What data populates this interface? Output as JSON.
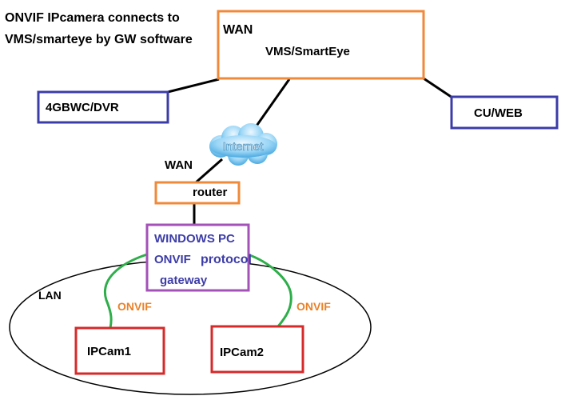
{
  "title_lines": [
    "ONVIF IPcamera connects to",
    "VMS/smarteye by GW software"
  ],
  "wan_box": {
    "wan_label": "WAN",
    "name": "VMS/SmartEye"
  },
  "left_box": {
    "label": "4GBWC/DVR"
  },
  "right_box": {
    "label": "CU/WEB"
  },
  "cloud": {
    "label": "Internet"
  },
  "wan_link_label": "WAN",
  "router": {
    "label": "router"
  },
  "gateway": {
    "line1": "WINDOWS PC",
    "line2a": "ONVIF",
    "line2b": "protocol",
    "line3": "gateway"
  },
  "lan_label": "LAN",
  "onvif_left": "ONVIF",
  "onvif_right": "ONVIF",
  "cam1": {
    "label": "IPCam1"
  },
  "cam2": {
    "label": "IPCam2"
  },
  "colors": {
    "orange": "#f0893a",
    "blue": "#3c3ca8",
    "purple": "#a451b8",
    "red": "#d62a2a",
    "green": "#2eae4a",
    "cloud": "#7cc5ee"
  }
}
